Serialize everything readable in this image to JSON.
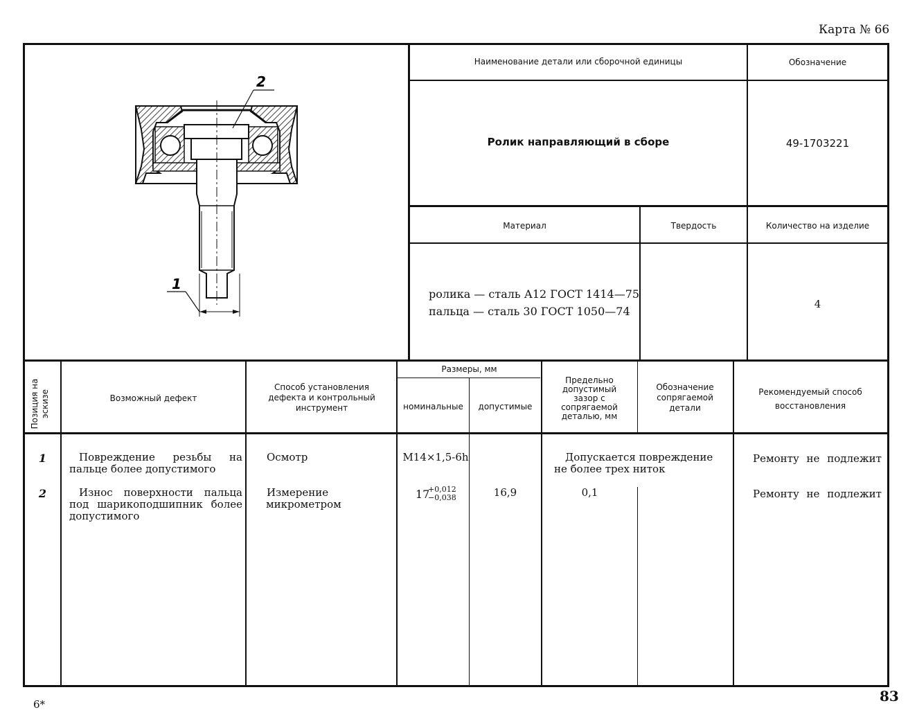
{
  "card_label": "Карта № 66",
  "page_number": "83",
  "footer_sign": "6*",
  "sketch": {
    "callout_1": "1",
    "callout_2": "2"
  },
  "header": {
    "name_label": "Наименование детали или сборочной единицы",
    "designation_label": "Обозначение",
    "part_name": "Ролик направляющий в сборе",
    "part_designation": "49-1703221",
    "material_label": "Материал",
    "hardness_label": "Твердость",
    "quantity_label": "Количество на изделие",
    "material_line1": "ролика — сталь А12 ГОСТ 1414—75",
    "material_line2": "пальца — сталь 30 ГОСТ 1050—74",
    "hardness_value": "",
    "quantity_value": "4"
  },
  "table": {
    "columns": {
      "position": "Позиция на эскизе",
      "defect": "Возможный дефект",
      "method": "Способ установления дефекта и контрольный инструмент",
      "sizes": "Размеры, мм",
      "nominal": "номинальные",
      "allowable": "допустимые",
      "gap": "Предельно допустимый зазор с сопрягаемой деталью, мм",
      "mating": "Обозначение сопрягаемой детали",
      "restoration": "Рекомендуемый способ восстановления"
    },
    "rows": [
      {
        "position": "1",
        "defect": "Повреждение резьбы на пальце более допустимого",
        "method": "Осмотр",
        "nominal": "M14×1,5-6h",
        "allowable": "",
        "gap": "Допускается повреждение не более трех ниток",
        "mating": "",
        "restoration": "Ремонту не подлежит"
      },
      {
        "position": "2",
        "defect": "Износ поверхности пальца под шарикоподшипник более допустимого",
        "method": "Измерение микрометром",
        "nominal_base": "17",
        "nominal_upper": "+0,012",
        "nominal_lower": "−0,038",
        "allowable": "16,9",
        "gap": "0,1",
        "mating": "",
        "restoration": "Ремонту не подлежит"
      }
    ]
  }
}
